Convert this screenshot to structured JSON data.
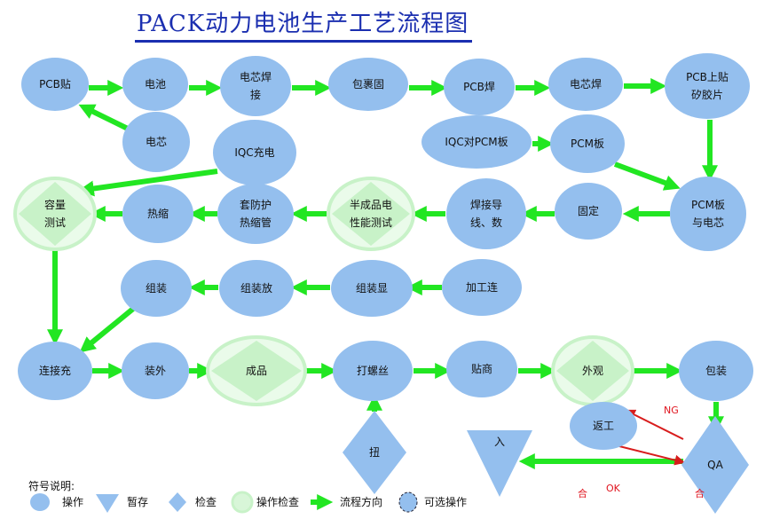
{
  "title": "PACK动力电池生产工艺流程图",
  "colors": {
    "operation": "#94bfee",
    "check_fill": "#c8f2c8",
    "arrow": "#22e622",
    "rework_arrow": "#d81c1c"
  },
  "nodes": [
    {
      "id": "n1",
      "label": [
        "PCB贴"
      ],
      "type": "operation"
    },
    {
      "id": "n2",
      "label": [
        "电池"
      ],
      "type": "operation"
    },
    {
      "id": "n3",
      "label": [
        "电芯焊",
        "接"
      ],
      "type": "operation"
    },
    {
      "id": "n4",
      "label": [
        "包裹固"
      ],
      "type": "operation"
    },
    {
      "id": "n5",
      "label": [
        "PCB焊"
      ],
      "type": "operation"
    },
    {
      "id": "n6",
      "label": [
        "电芯焊"
      ],
      "type": "operation"
    },
    {
      "id": "n7",
      "label": [
        "PCB上贴",
        "矽胶片"
      ],
      "type": "operation"
    },
    {
      "id": "n8",
      "label": [
        "电芯"
      ],
      "type": "operation"
    },
    {
      "id": "n9",
      "label": [
        "IQC充电"
      ],
      "type": "operation"
    },
    {
      "id": "n10",
      "label": [
        "IQC对PCM板"
      ],
      "type": "operation"
    },
    {
      "id": "n11",
      "label": [
        "PCM板"
      ],
      "type": "operation"
    },
    {
      "id": "n12",
      "label": [
        "容量",
        "测试"
      ],
      "type": "operation-check"
    },
    {
      "id": "n13",
      "label": [
        "热缩"
      ],
      "type": "operation"
    },
    {
      "id": "n14",
      "label": [
        "套防护",
        "热缩管"
      ],
      "type": "operation"
    },
    {
      "id": "n15",
      "label": [
        "半成品电",
        "性能测试"
      ],
      "type": "operation-check"
    },
    {
      "id": "n16",
      "label": [
        "焊接导",
        "线、数"
      ],
      "type": "operation"
    },
    {
      "id": "n17",
      "label": [
        "固定"
      ],
      "type": "operation"
    },
    {
      "id": "n18",
      "label": [
        "PCM板",
        "与电芯"
      ],
      "type": "operation"
    },
    {
      "id": "n19",
      "label": [
        "组装"
      ],
      "type": "operation"
    },
    {
      "id": "n20",
      "label": [
        "组装放"
      ],
      "type": "operation"
    },
    {
      "id": "n21",
      "label": [
        "组装显"
      ],
      "type": "operation"
    },
    {
      "id": "n22",
      "label": [
        "加工连"
      ],
      "type": "operation"
    },
    {
      "id": "n23",
      "label": [
        "连接充"
      ],
      "type": "operation"
    },
    {
      "id": "n24",
      "label": [
        "装外"
      ],
      "type": "operation"
    },
    {
      "id": "n25",
      "label": [
        "成品"
      ],
      "type": "operation-check"
    },
    {
      "id": "n26",
      "label": [
        "打螺丝"
      ],
      "type": "operation"
    },
    {
      "id": "n27",
      "label": [
        "贴商"
      ],
      "type": "operation"
    },
    {
      "id": "n28",
      "label": [
        "外观"
      ],
      "type": "operation-check"
    },
    {
      "id": "n29",
      "label": [
        "包装"
      ],
      "type": "operation"
    },
    {
      "id": "n30",
      "label": [
        "返工"
      ],
      "type": "operation"
    },
    {
      "id": "n31",
      "label": [
        "扭"
      ],
      "type": "inspection"
    },
    {
      "id": "n32",
      "label": [
        "入"
      ],
      "type": "storage"
    },
    {
      "id": "n33",
      "label": [
        "QA"
      ],
      "type": "inspection"
    }
  ],
  "edge_labels": {
    "ng": "NG",
    "ok": "OK",
    "pass_left": "合",
    "pass_right": "合"
  },
  "legend": {
    "title": "符号说明:",
    "items": [
      "操作",
      "暂存",
      "检查",
      "操作检查",
      "流程方向",
      "可选操作"
    ]
  }
}
